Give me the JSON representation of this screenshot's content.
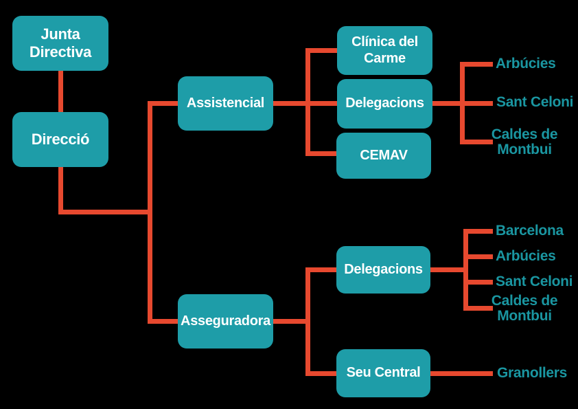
{
  "colors": {
    "background": "#000000",
    "box-fill": "#1E9DA8",
    "box-text": "#FFFFFF",
    "leaf-text": "#1A96A1",
    "line": "#E7492F"
  },
  "org": {
    "root": {
      "label": "Junta Directiva"
    },
    "direccio": {
      "label": "Direcció"
    },
    "branches": [
      {
        "label": "Assistencial",
        "children": [
          {
            "label": "Clínica del Carme"
          },
          {
            "label": "Delegacions",
            "children": [
              "Arbúcies",
              "Sant Celoni",
              "Caldes de Montbui"
            ]
          },
          {
            "label": "CEMAV"
          }
        ]
      },
      {
        "label": "Asseguradora",
        "children": [
          {
            "label": "Delegacions",
            "children": [
              "Barcelona",
              "Arbúcies",
              "Sant Celoni",
              "Caldes de Montbui"
            ]
          },
          {
            "label": "Seu Central",
            "children": [
              "Granollers"
            ]
          }
        ]
      }
    ]
  }
}
